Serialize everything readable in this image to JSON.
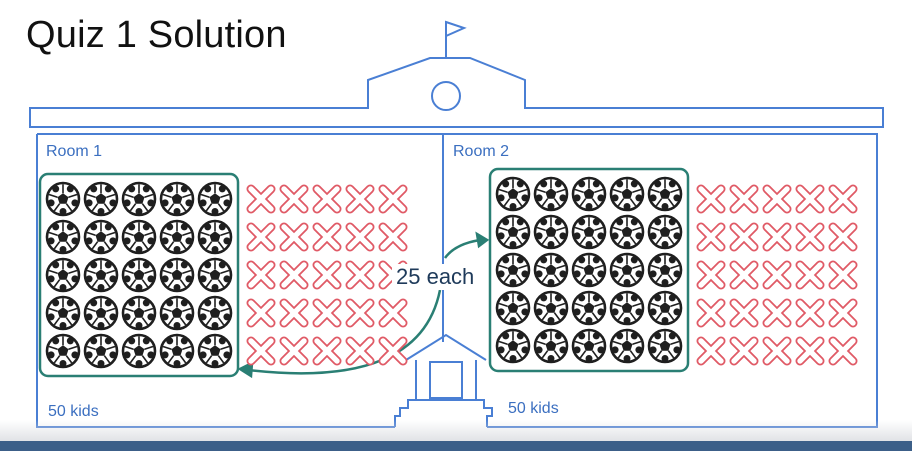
{
  "title": "Quiz 1 Solution",
  "rooms": [
    {
      "label": "Room 1",
      "kids": "50 kids",
      "balls": 25,
      "crosses": 25
    },
    {
      "label": "Room 2",
      "kids": "50 kids",
      "balls": 25,
      "crosses": 25
    }
  ],
  "callout": "25 each",
  "colors": {
    "building": "#4a7fd4",
    "group_box": "#2a7f74",
    "cross": "#e05a66",
    "ball": "#1f1f1f",
    "text_blue": "#3b6fc0",
    "bar": "#3c5f88"
  },
  "icons": {
    "ball": "soccer-ball-icon",
    "cross": "cross-mark-icon",
    "flag": "flag-icon"
  }
}
